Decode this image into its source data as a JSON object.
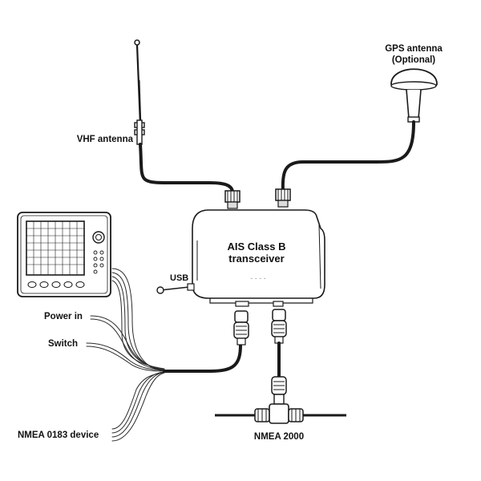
{
  "diagram": {
    "device": {
      "title_line1": "AIS Class B",
      "title_line2": "transceiver",
      "indicator": "- - - -"
    },
    "labels": {
      "vhf_antenna": "VHF antenna",
      "gps_antenna_line1": "GPS antenna",
      "gps_antenna_line2": "(Optional)",
      "usb": "USB",
      "power_in": "Power in",
      "switch": "Switch",
      "nmea_0183": "NMEA 0183 device",
      "nmea_2000": "NMEA 2000"
    }
  }
}
